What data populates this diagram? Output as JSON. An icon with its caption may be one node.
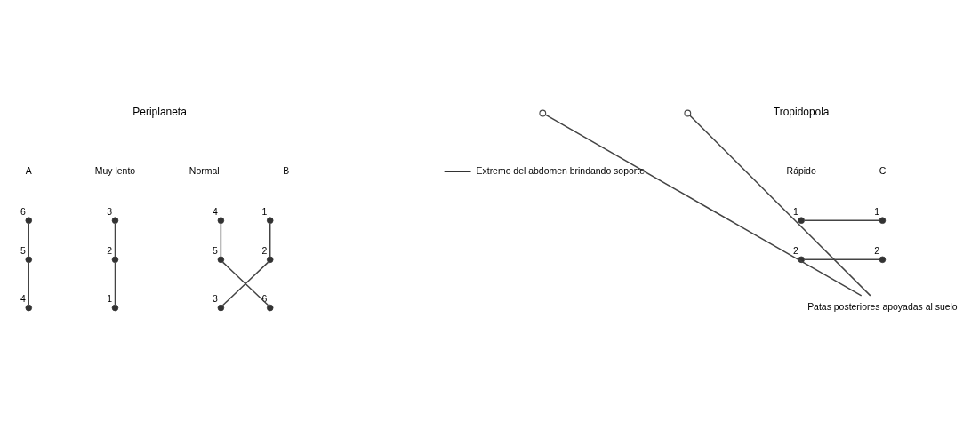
{
  "diagram": {
    "nodes": [
      {
        "text": [],
        "shape": "circle",
        "beside": [
          "6"
        ]
      },
      {
        "text": [],
        "shape": "circle",
        "beside": [
          "5"
        ]
      },
      {
        "text": [],
        "shape": "circle",
        "beside": [
          "4"
        ]
      },
      {
        "text": [],
        "shape": "circle",
        "beside": [
          "3"
        ]
      },
      {
        "text": [],
        "shape": "circle",
        "beside": [
          "2"
        ]
      },
      {
        "text": [],
        "shape": "circle",
        "beside": [
          "1"
        ]
      },
      {
        "text": [],
        "shape": "circle",
        "beside": [
          "1"
        ]
      },
      {
        "text": [],
        "shape": "circle",
        "beside": [
          "4"
        ]
      },
      {
        "text": [],
        "shape": "circle",
        "beside": [
          "5"
        ]
      },
      {
        "text": [],
        "shape": "circle",
        "beside": [
          "2"
        ]
      },
      {
        "text": [],
        "shape": "circle",
        "beside": [
          "3"
        ]
      },
      {
        "text": [],
        "shape": "circle",
        "beside": [
          "6"
        ]
      },
      {
        "text": [],
        "shape": "circle",
        "beside": [
          "1"
        ]
      },
      {
        "text": [],
        "shape": "circle",
        "beside": [
          "1"
        ]
      },
      {
        "text": [],
        "shape": "circle",
        "beside": [
          "2"
        ]
      },
      {
        "text": [],
        "shape": "circle",
        "beside": [
          "2"
        ]
      },
      {
        "text": [
          "Patas posteriores apoyadas al suelo"
        ]
      },
      {
        "text": [],
        "shape": "circle"
      },
      {
        "text": [],
        "shape": "circle"
      }
    ],
    "edges": [
      {
        "from": 0,
        "to": 1,
        "arrow": "none"
      },
      {
        "from": 1,
        "to": 2,
        "arrow": "none"
      },
      {
        "from": 3,
        "to": 4,
        "arrow": "none"
      },
      {
        "from": 4,
        "to": 5,
        "arrow": "none"
      },
      {
        "from": 6,
        "to": 9,
        "arrow": "none"
      },
      {
        "from": 7,
        "to": 8,
        "arrow": "none"
      },
      {
        "from": 8,
        "to": 11,
        "arrow": "none"
      },
      {
        "from": 9,
        "to": 10,
        "arrow": "none"
      },
      {
        "from": 12,
        "to": 13,
        "arrow": "none"
      },
      {
        "from": 14,
        "to": 15,
        "arrow": "none"
      },
      {
        "from": 16,
        "to": 17,
        "arrow": "none"
      },
      {
        "from": 16,
        "to": 18,
        "arrow": "none"
      }
    ],
    "labels": [
      "Periplaneta",
      "Tropidopola",
      "A",
      "Muy lento",
      "B",
      "Normal",
      "C",
      "Rápido"
    ],
    "legend": [
      {
        "text": "Extremo del abdomen brindando soporte"
      }
    ]
  }
}
